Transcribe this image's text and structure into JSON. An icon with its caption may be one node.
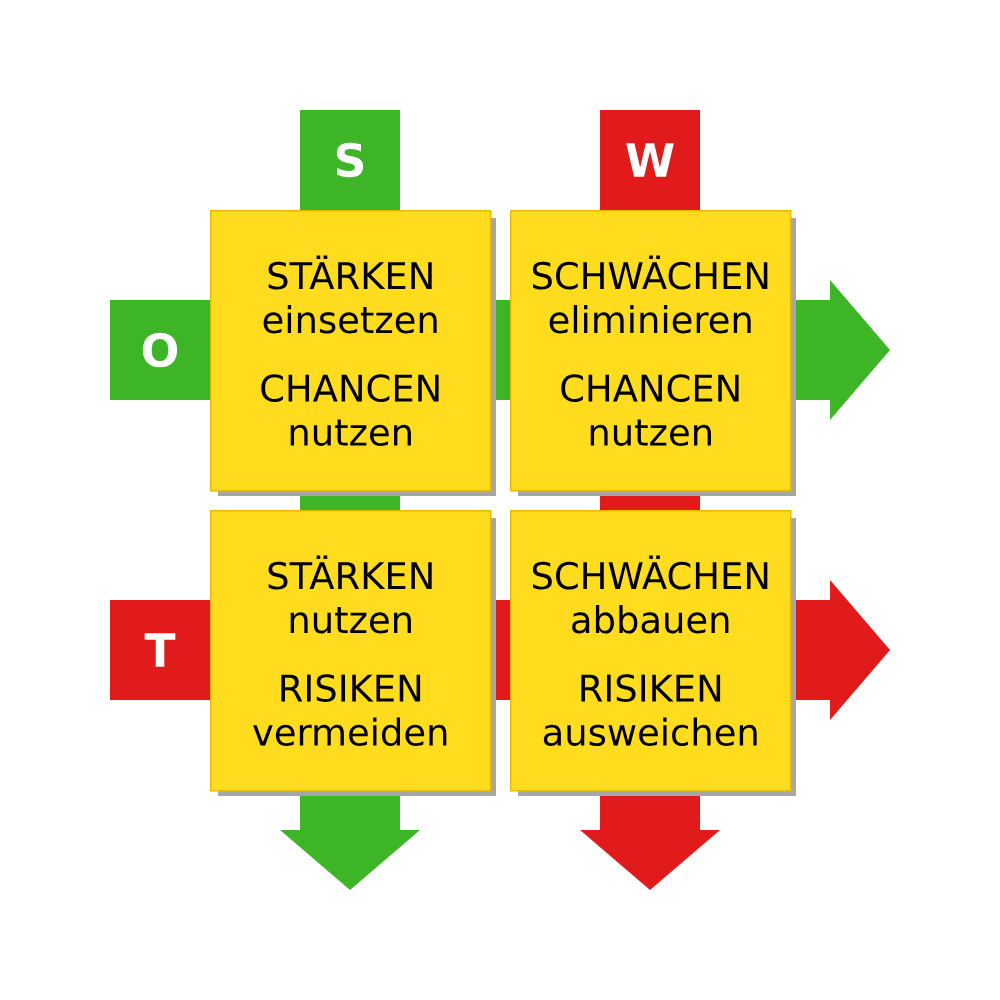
{
  "diagram": {
    "nodes": [
      {
        "text": [
          "STÄRKEN einsetzen",
          "CHANCEN nutzen"
        ]
      },
      {
        "text": [
          "SCHWÄCHEN eliminieren",
          "CHANCEN nutzen"
        ]
      },
      {
        "text": [
          "STÄRKEN nutzen",
          "RISIKEN vermeiden"
        ]
      },
      {
        "text": [
          "SCHWÄCHEN abbauen",
          "RISIKEN ausweichen"
        ]
      }
    ],
    "edges": [],
    "labels": [
      "S",
      "W",
      "O",
      "T"
    ]
  }
}
